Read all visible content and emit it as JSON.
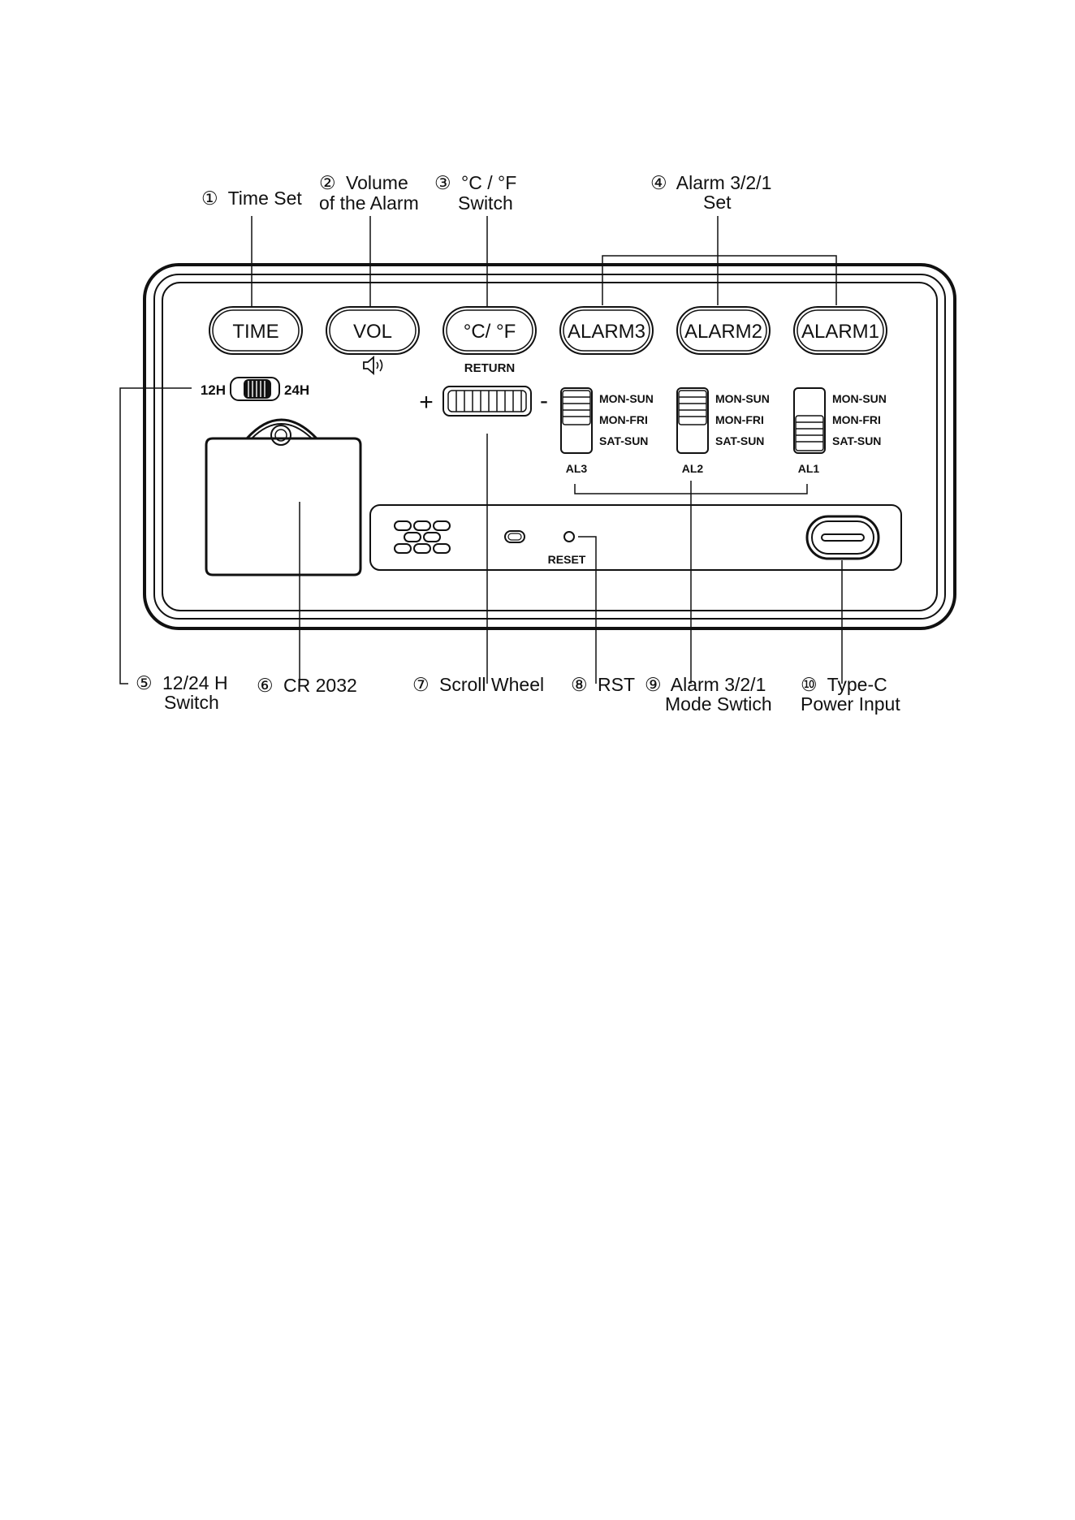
{
  "callouts": {
    "c1": {
      "num": "①",
      "line1": "Time Set",
      "line2": ""
    },
    "c2": {
      "num": "②",
      "line1": "Volume",
      "line2": "of the Alarm"
    },
    "c3": {
      "num": "③",
      "line1": "°C / °F",
      "line2": "Switch"
    },
    "c4": {
      "num": "④",
      "line1": "Alarm 3/2/1",
      "line2": "Set"
    },
    "c5": {
      "num": "⑤",
      "line1": "12/24 H",
      "line2": "Switch"
    },
    "c6": {
      "num": "⑥",
      "line1": "CR 2032",
      "line2": ""
    },
    "c7": {
      "num": "⑦",
      "line1": "Scroll Wheel",
      "line2": ""
    },
    "c8": {
      "num": "⑧",
      "line1": "RST",
      "line2": ""
    },
    "c9": {
      "num": "⑨",
      "line1": "Alarm 3/2/1",
      "line2": "Mode Swtich"
    },
    "c10": {
      "num": "⑩",
      "line1": "Type-C",
      "line2": "Power Input"
    }
  },
  "buttons": {
    "time": "TIME",
    "vol": "VOL",
    "temp": "°C/ °F",
    "alarm3": "ALARM3",
    "alarm2": "ALARM2",
    "alarm1": "ALARM1"
  },
  "panel": {
    "return_label": "RETURN",
    "h12": "12H",
    "h24": "24H",
    "plus": "+",
    "minus": "-",
    "reset": "RESET",
    "mode_options": [
      "MON-SUN",
      "MON-FRI",
      "SAT-SUN"
    ],
    "al3": "AL3",
    "al2": "AL2",
    "al1": "AL1"
  },
  "icons": {
    "volume": "speaker-icon",
    "battery": "battery-cover-icon",
    "speaker_grille": "grille-icon",
    "usb_c": "usb-c-port-icon"
  }
}
